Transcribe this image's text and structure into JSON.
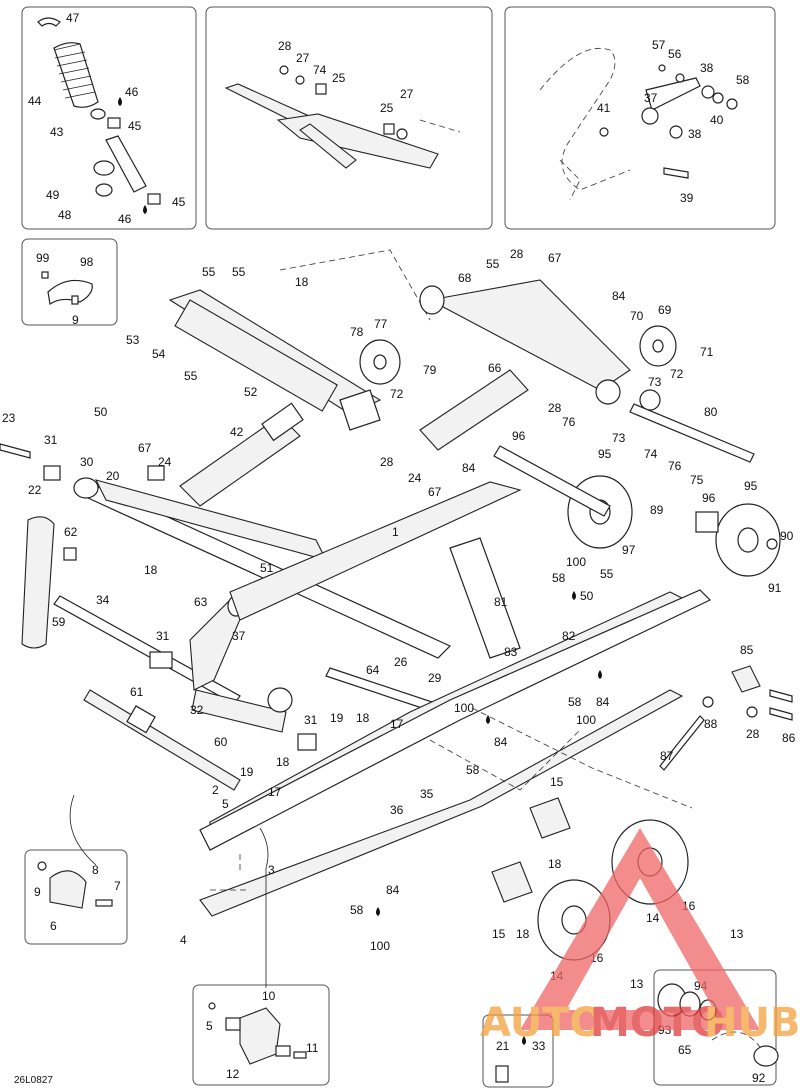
{
  "figure_code": "26L0827",
  "watermark": {
    "word_a": "AUTO",
    "word_b": "MOTO",
    "word_c": "HUB",
    "color_main": "#f2a13c",
    "color_accent": "#e03a3a",
    "color_tri": "#f06666"
  },
  "callouts": {
    "c1": "1",
    "c2": "2",
    "c3": "3",
    "c4": "4",
    "c5": "5",
    "c5b": "5",
    "c6": "6",
    "c7": "7",
    "c8": "8",
    "c9": "9",
    "c9b": "9",
    "c10": "10",
    "c11": "11",
    "c12": "12",
    "c13": "13",
    "c13b": "13",
    "c14": "14",
    "c14b": "14",
    "c15": "15",
    "c15b": "15",
    "c16": "16",
    "c16b": "16",
    "c17": "17",
    "c17b": "17",
    "c18": "18",
    "c18b": "18",
    "c18c": "18",
    "c18d": "18",
    "c18e": "18",
    "c18f": "18",
    "c19": "19",
    "c19b": "19",
    "c20": "20",
    "c21": "21",
    "c22": "22",
    "c23": "23",
    "c24": "24",
    "c24b": "24",
    "c25": "25",
    "c25b": "25",
    "c26": "26",
    "c27": "27",
    "c27b": "27",
    "c28": "28",
    "c28b": "28",
    "c28c": "28",
    "c28d": "28",
    "c28e": "28",
    "c29": "29",
    "c30": "30",
    "c31": "31",
    "c31b": "31",
    "c31c": "31",
    "c32": "32",
    "c33": "33",
    "c34": "34",
    "c35": "35",
    "c36": "36",
    "c37": "37",
    "c37b": "37",
    "c38": "38",
    "c38b": "38",
    "c39": "39",
    "c40": "40",
    "c41": "41",
    "c42": "42",
    "c43": "43",
    "c44": "44",
    "c45": "45",
    "c45b": "45",
    "c46": "46",
    "c46b": "46",
    "c47": "47",
    "c48": "48",
    "c49": "49",
    "c50": "50",
    "c50b": "50",
    "c51": "51",
    "c52": "52",
    "c53": "53",
    "c54": "54",
    "c55": "55",
    "c55b": "55",
    "c55c": "55",
    "c55d": "55",
    "c55e": "55",
    "c56": "56",
    "c57": "57",
    "c58": "58",
    "c58b": "58",
    "c58c": "58",
    "c58d": "58",
    "c58e": "58",
    "c59": "59",
    "c60": "60",
    "c61": "61",
    "c62": "62",
    "c63": "63",
    "c64": "64",
    "c65": "65",
    "c66": "66",
    "c67": "67",
    "c67b": "67",
    "c67c": "67",
    "c68": "68",
    "c69": "69",
    "c70": "70",
    "c71": "71",
    "c72": "72",
    "c72b": "72",
    "c73": "73",
    "c73b": "73",
    "c74": "74",
    "c74b": "74",
    "c75": "75",
    "c76": "76",
    "c76b": "76",
    "c77": "77",
    "c78": "78",
    "c79": "79",
    "c80": "80",
    "c81": "81",
    "c82": "82",
    "c83": "83",
    "c84": "84",
    "c84b": "84",
    "c84c": "84",
    "c84d": "84",
    "c84e": "84",
    "c85": "85",
    "c86": "86",
    "c87": "87",
    "c88": "88",
    "c89": "89",
    "c90": "90",
    "c91": "91",
    "c92": "92",
    "c93": "93",
    "c94": "94",
    "c95": "95",
    "c95b": "95",
    "c96": "96",
    "c96b": "96",
    "c97": "97",
    "c98": "98",
    "c99": "99",
    "c100": "100",
    "c100b": "100",
    "c100c": "100",
    "c100d": "100"
  }
}
